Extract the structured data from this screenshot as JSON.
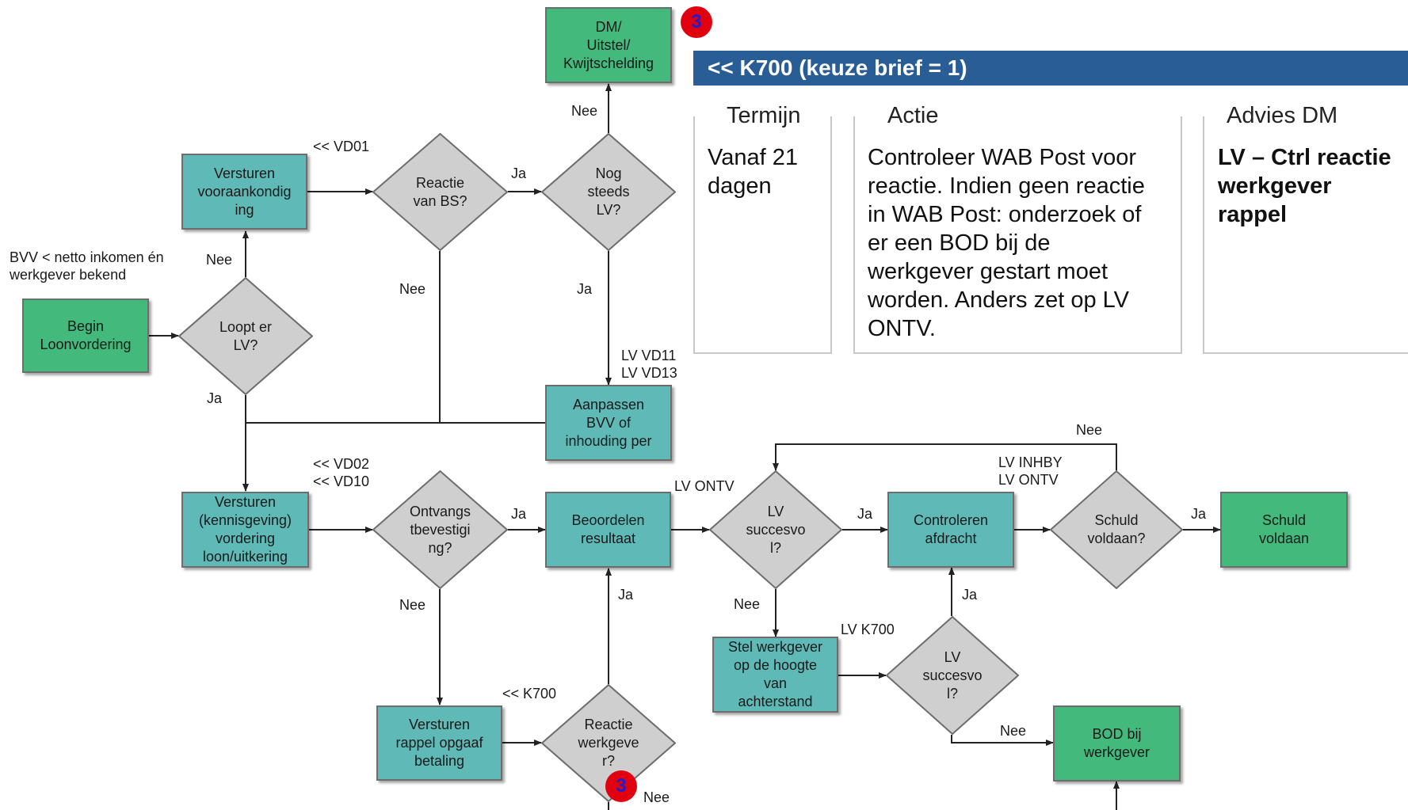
{
  "header": {
    "badge_top": "3",
    "banner": "<< K700 (keuze brief = 1)"
  },
  "panels": {
    "termijn": {
      "title": "Termijn",
      "text": "Vanaf 21\ndagen"
    },
    "actie": {
      "title": "Actie",
      "text": "Controleer WAB Post voor\nreactie. Indien geen reactie\nin WAB Post: onderzoek of\ner een BOD bij de\nwerkgever gestart moet\nworden. Anders zet op LV\nONTV."
    },
    "advies": {
      "title": "Advies DM",
      "text": "LV – Ctrl reactie\nwerkgever\nrappel"
    }
  },
  "nodes": {
    "dm_uitstel": "DM/\nUitstel/\nKwijtschelding",
    "versturen_vooraankondiging": "Versturen\nvooraankondig\ning",
    "reactie_bs": "Reactie\nvan BS?",
    "nog_steeds_lv": "Nog\nsteeds\nLV?",
    "begin_loonvordering": "Begin\nLoonvordering",
    "loopt_er_lv": "Loopt er\nLV?",
    "aanpassen_bvv": "Aanpassen\nBVV of\ninhouding per",
    "versturen_kennisgeving": "Versturen\n(kennisgeving)\nvordering\nloon/uitkering",
    "ontvangstbevestiging": "Ontvangs\ntbevestigi\nng?",
    "beoordelen_resultaat": "Beoordelen\nresultaat",
    "lv_succesvol_1": "LV\nsuccesvo\nl?",
    "controleren_afdracht": "Controleren\nafdracht",
    "schuld_voldaan_q": "Schuld\nvoldaan?",
    "schuld_voldaan": "Schuld\nvoldaan",
    "stel_werkgever": "Stel werkgever\nop de hoogte\nvan\nachterstand",
    "lv_succesvol_2": "LV\nsuccesvo\nl?",
    "versturen_rappel": "Versturen\nrappel opgaaf\nbetaling",
    "reactie_werkgever": "Reactie\nwerkgeve\nr?",
    "bod_werkgever": "BOD bij\nwerkgever"
  },
  "labels": {
    "vd01": "<< VD01",
    "bvv_note": "BVV < netto inkomen én\nwerkgever bekend",
    "nee_top": "Nee",
    "ja_reactie_bs": "Ja",
    "nee_loopt": "Nee",
    "nee_reactie_bs": "Nee",
    "ja_nog_steeds": "Ja",
    "lv_vd11": "LV VD11\nLV VD13",
    "ja_loopt": "Ja",
    "vd02": "<< VD02\n<< VD10",
    "ja_ontvangst": "Ja",
    "lv_ontv_left": "LV ONTV",
    "nee_schuld": "Nee",
    "lv_inhby": "LV INHBY\nLV ONTV",
    "ja_lv1": "Ja",
    "ja_schuld": "Ja",
    "nee_ontvangst": "Nee",
    "ja_reactie_wg": "Ja",
    "nee_lv1": "Nee",
    "lv_k700": "LV K700",
    "ja_lv2": "Ja",
    "k700": "<< K700",
    "nee_lv2": "Nee",
    "nee_reactie_wg": "Nee",
    "badge_bottom": "3"
  },
  "colors": {
    "teal_box": "#5fb9b7",
    "green_box": "#43b97c",
    "diamond": "#cfcfcf",
    "banner": "#295d95",
    "badge": "#e0000f"
  }
}
